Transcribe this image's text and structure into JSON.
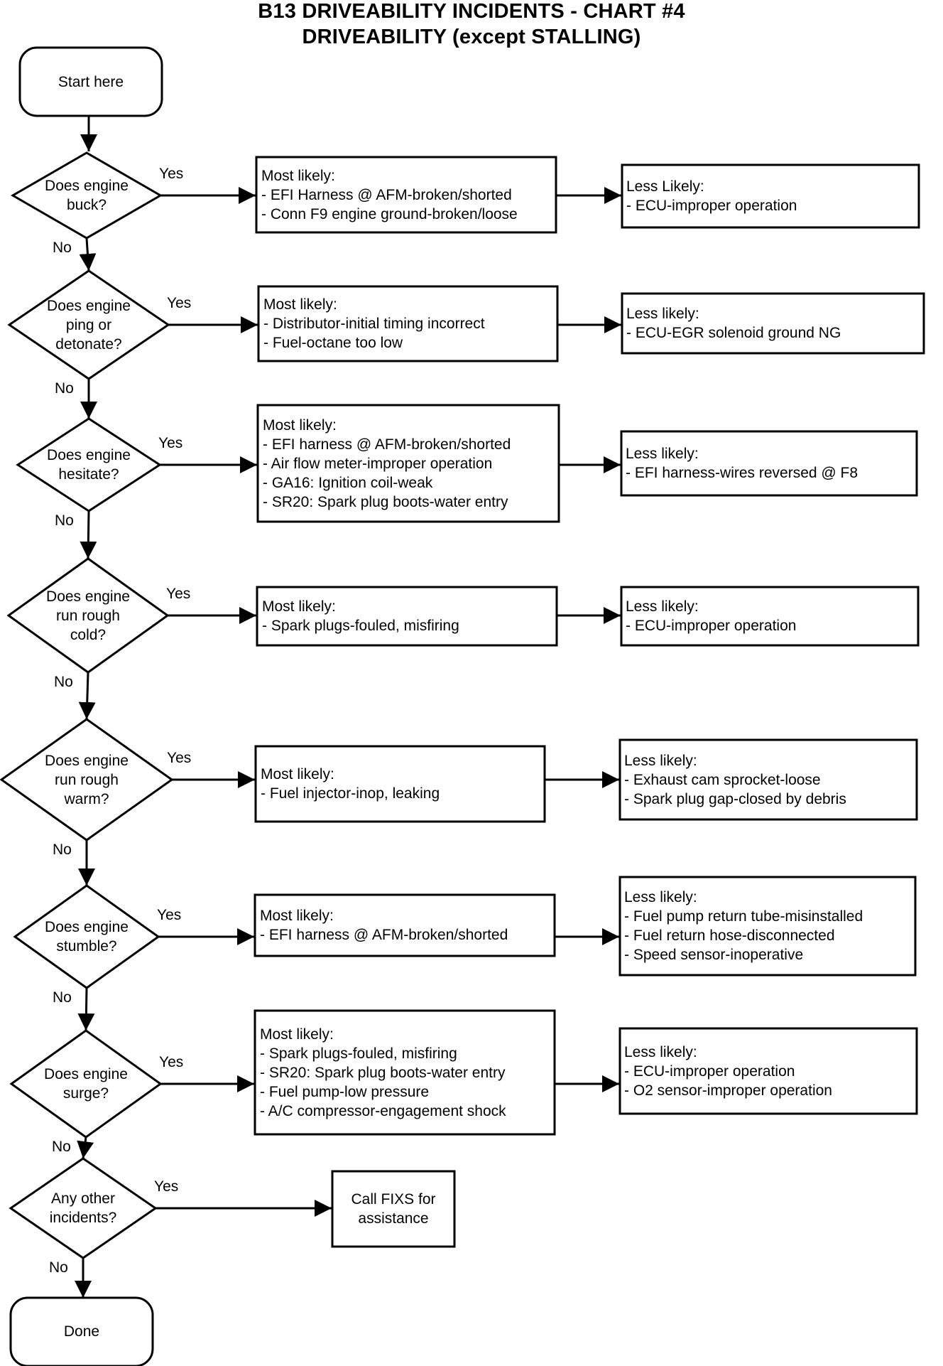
{
  "title": {
    "line1": "B13 DRIVEABILITY INCIDENTS - CHART #4",
    "line2": "DRIVEABILITY (except STALLING)"
  },
  "start": "Start here",
  "done": "Done",
  "yes_label": "Yes",
  "no_label": "No",
  "questions": [
    {
      "text": [
        "Does engine",
        "buck?"
      ],
      "most": {
        "heading": "Most likely:",
        "items": [
          "- EFI Harness @ AFM-broken/shorted",
          "- Conn F9 engine ground-broken/loose"
        ]
      },
      "less": {
        "heading": "Less Likely:",
        "items": [
          "- ECU-improper operation"
        ]
      }
    },
    {
      "text": [
        "Does engine",
        "ping or",
        "detonate?"
      ],
      "most": {
        "heading": "Most likely:",
        "items": [
          "- Distributor-initial timing incorrect",
          "- Fuel-octane too low"
        ]
      },
      "less": {
        "heading": "Less likely:",
        "items": [
          "- ECU-EGR solenoid ground NG"
        ]
      }
    },
    {
      "text": [
        "Does engine",
        "hesitate?"
      ],
      "most": {
        "heading": "Most likely:",
        "items": [
          "- EFI harness @ AFM-broken/shorted",
          "- Air flow meter-improper operation",
          "- GA16: Ignition coil-weak",
          "- SR20: Spark plug boots-water entry"
        ]
      },
      "less": {
        "heading": "Less likely:",
        "items": [
          "- EFI harness-wires reversed @ F8"
        ]
      }
    },
    {
      "text": [
        "Does engine",
        "run rough",
        "cold?"
      ],
      "most": {
        "heading": "Most likely:",
        "items": [
          "- Spark plugs-fouled, misfiring"
        ]
      },
      "less": {
        "heading": "Less likely:",
        "items": [
          "- ECU-improper operation"
        ]
      }
    },
    {
      "text": [
        "Does engine",
        "run rough",
        "warm?"
      ],
      "most": {
        "heading": "Most likely:",
        "items": [
          "- Fuel injector-inop, leaking"
        ]
      },
      "less": {
        "heading": "Less likely:",
        "items": [
          "- Exhaust cam sprocket-loose",
          "- Spark plug gap-closed by debris"
        ]
      }
    },
    {
      "text": [
        "Does engine",
        "stumble?"
      ],
      "most": {
        "heading": "Most likely:",
        "items": [
          "- EFI harness @ AFM-broken/shorted"
        ]
      },
      "less": {
        "heading": "Less likely:",
        "items": [
          "- Fuel pump return tube-misinstalled",
          "- Fuel return hose-disconnected",
          "- Speed sensor-inoperative"
        ]
      }
    },
    {
      "text": [
        "Does engine",
        "surge?"
      ],
      "most": {
        "heading": "Most likely:",
        "items": [
          "- Spark plugs-fouled, misfiring",
          "- SR20: Spark plug boots-water entry",
          "- Fuel pump-low pressure",
          "- A/C compressor-engagement shock"
        ]
      },
      "less": {
        "heading": "Less likely:",
        "items": [
          "- ECU-improper operation",
          "- O2 sensor-improper operation"
        ]
      }
    },
    {
      "text": [
        "Any other",
        "incidents?"
      ],
      "call": [
        "Call FIXS for",
        "assistance"
      ]
    }
  ]
}
